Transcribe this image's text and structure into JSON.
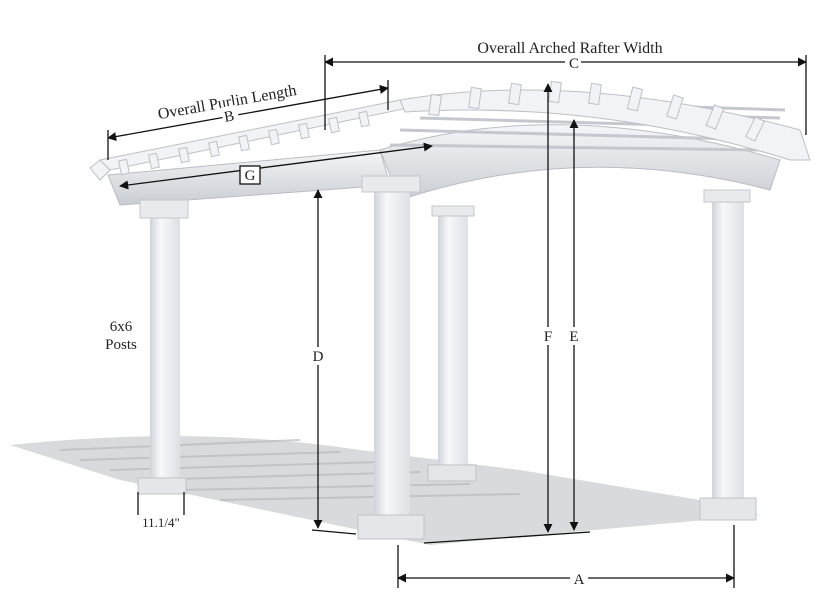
{
  "diagram": {
    "labels": {
      "rafter_width": "Overall Arched Rafter Width",
      "rafter_letter": "C",
      "purlin_length": "Overall Purlin Length",
      "purlin_letter": "B",
      "g_letter": "G",
      "posts_line1": "6x6",
      "posts_line2": "Posts",
      "d_letter": "D",
      "f_letter": "F",
      "e_letter": "E",
      "a_letter": "A",
      "base_width": "11.1/4\""
    }
  },
  "colors": {
    "post": "#f4f5f7",
    "shadow": "#c9cbcf",
    "line": "#111111"
  }
}
